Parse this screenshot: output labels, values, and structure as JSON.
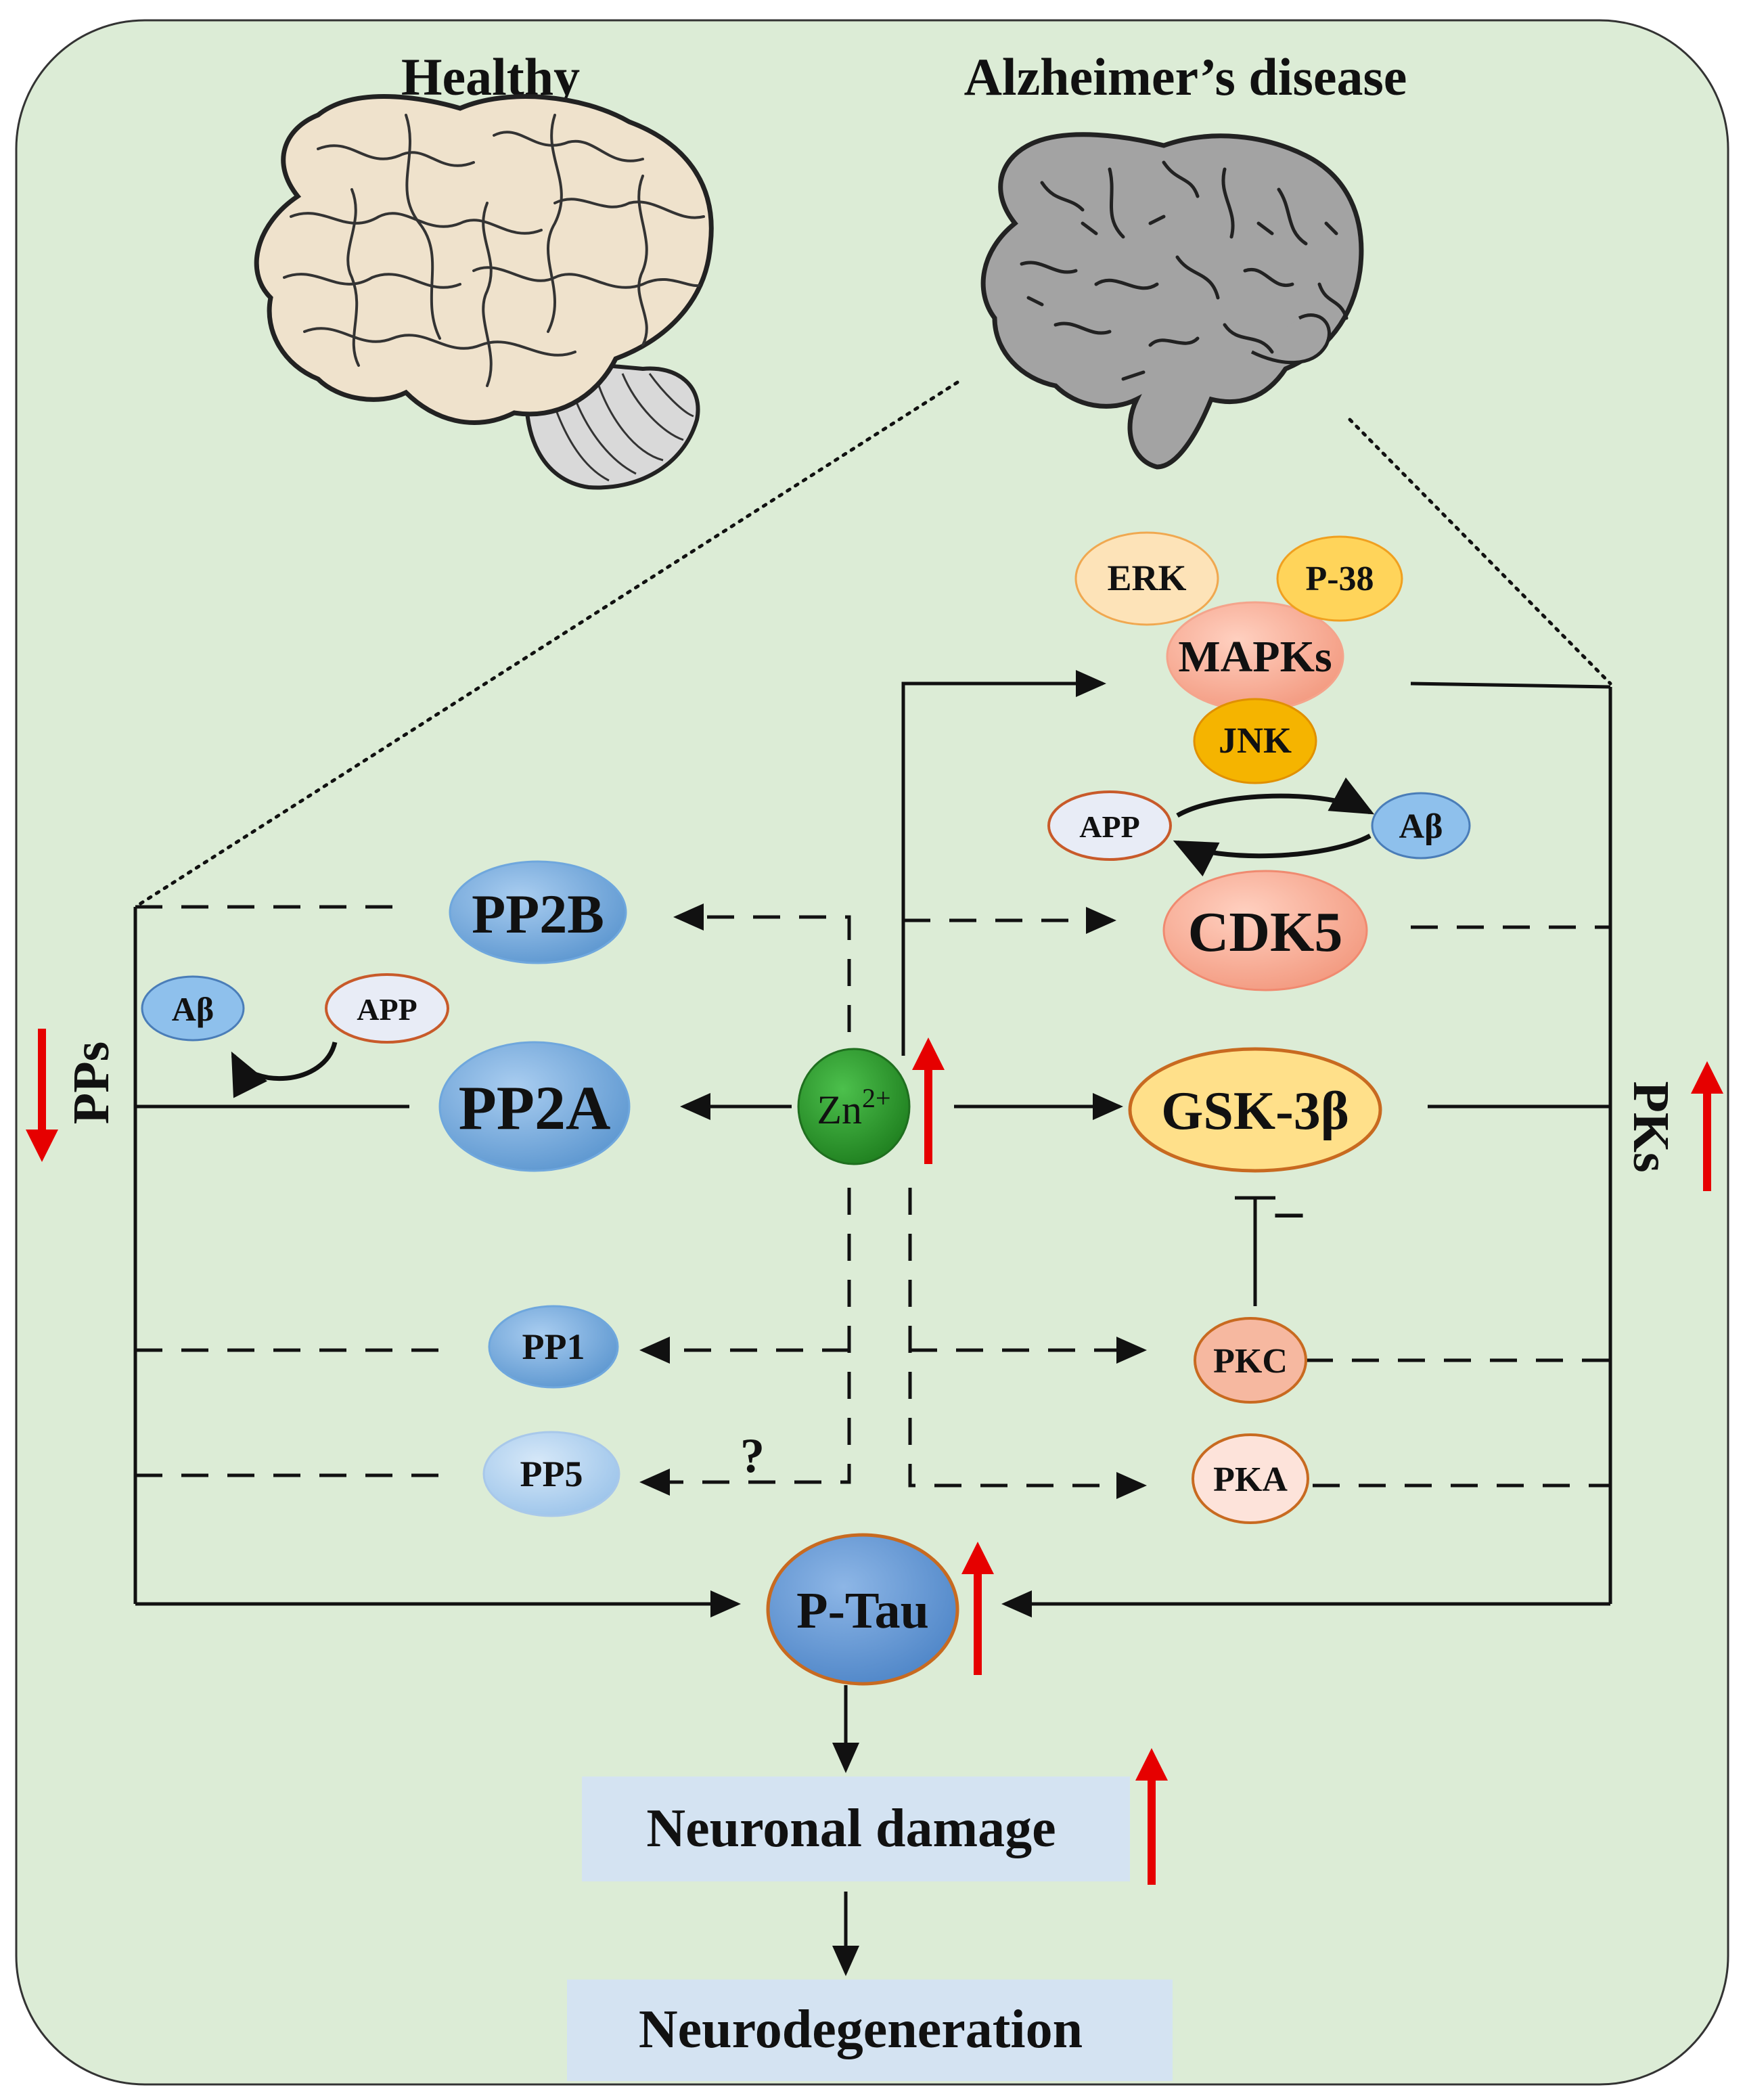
{
  "titles": {
    "healthy": "Healthy",
    "ad": "Alzheimer’s disease"
  },
  "nodes": {
    "erk": "ERK",
    "p38": "P-38",
    "mapks": "MAPKs",
    "jnk": "JNK",
    "app_right": "APP",
    "abeta_right": "Aβ",
    "cdk5": "CDK5",
    "pp2b": "PP2B",
    "abeta_left": "Aβ",
    "app_left": "APP",
    "pp2a": "PP2A",
    "zn_base": "Zn",
    "zn_sup": "2+",
    "gsk3b": "GSK-3β",
    "pp1": "PP1",
    "pp5": "PP5",
    "pkc": "PKC",
    "pka": "PKA",
    "ptau": "P-Tau",
    "question": "?",
    "inhibit_sign": "–"
  },
  "side_labels": {
    "pps": "PPs",
    "pks": "PKs"
  },
  "outcomes": {
    "neuronal_damage": "Neuronal damage",
    "neurodegeneration": "Neurodegeneration"
  },
  "colors": {
    "background": "#dcecd6",
    "panel_border": "#333333",
    "up_arrow": "#e60000",
    "phosphatase_blue": "#6fa7dd",
    "kinase_salmon": "#f4a48c",
    "gsk_yellow": "#ffe08a",
    "jnk_orange": "#f5b400",
    "zinc_green": "#2f9c2f",
    "outcome_box": "#d4e3f2"
  }
}
